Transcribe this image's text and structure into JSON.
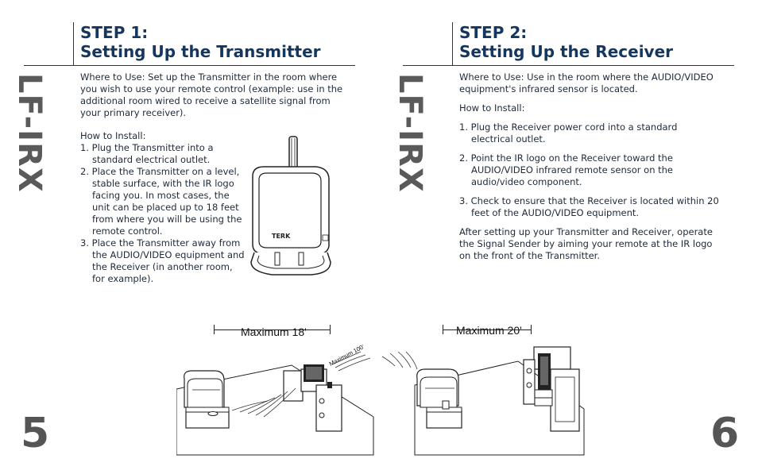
{
  "brand": "LF-IRX",
  "left_page": {
    "step_title": "STEP 1:",
    "step_subtitle": "Setting Up the Transmitter",
    "where_to_use": "Where to Use: Set up the Transmitter in the room where you wish to use your remote control (example: use in the additional room wired to receive a satellite signal from your primary receiver).",
    "how_to_install": "How to Install:",
    "steps": [
      "1. Plug the Transmitter into a standard electrical outlet.",
      "2. Place the Transmitter on a level, stable surface, with the IR logo facing you. In most cases, the unit can be placed up to 18 feet from where you will be using the remote control.",
      "3. Place the Transmitter away from the AUDIO/VIDEO equipment and the Receiver (in another room, for example)."
    ],
    "device_logo": "TERK",
    "page_number": "5"
  },
  "right_page": {
    "step_title": "STEP 2:",
    "step_subtitle": "Setting Up the Receiver",
    "where_to_use": "Where to Use: Use in the room where the AUDIO/VIDEO equipment's infrared sensor is located.",
    "how_to_install": "How to Install:",
    "steps": [
      "1. Plug the Receiver power cord into a standard electrical outlet.",
      "2. Point the IR logo on the Receiver toward the AUDIO/VIDEO infrared remote sensor on the audio/video component.",
      "3. Check to ensure that the Receiver is located within 20 feet of the AUDIO/VIDEO equipment."
    ],
    "closing": "After setting up your Transmitter and Receiver, operate the Signal Sender by aiming your remote at the IR logo on the front of the Transmitter.",
    "page_number": "6"
  },
  "diagram": {
    "left_distance": "Maximum 18'",
    "middle_distance": "Maximum 100'",
    "right_distance": "Maximum 20'"
  }
}
